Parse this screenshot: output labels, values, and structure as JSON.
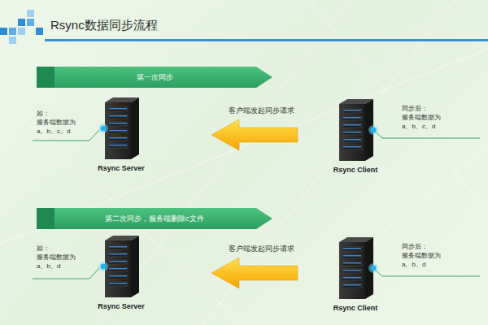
{
  "diagram": {
    "title": "Rsync数据同步流程",
    "nodes": [
      {
        "text": [
          "第一次同步"
        ]
      },
      {
        "text": [
          "Rsync Server"
        ]
      },
      {
        "text": [
          "Rsync Client"
        ]
      },
      {
        "text": [
          "第二次同步，服务端删除c文件"
        ]
      },
      {
        "text": [
          "Rsync Server"
        ]
      },
      {
        "text": [
          "Rsync Client"
        ]
      }
    ],
    "edges": [
      {
        "from": 2,
        "to": 1,
        "label": "客户端发起同步请求",
        "arrow": "to"
      },
      {
        "from": 5,
        "to": 4,
        "label": "客户端发起同步请求",
        "arrow": "to"
      }
    ],
    "labels": [
      "如： 服务端数据为 a、b、c、d",
      "同步后： 服务端数据为 a、b、c、d",
      "如： 服务端数据为 a、b、d",
      "同步后： 服务端数据为 a、b、d"
    ]
  }
}
